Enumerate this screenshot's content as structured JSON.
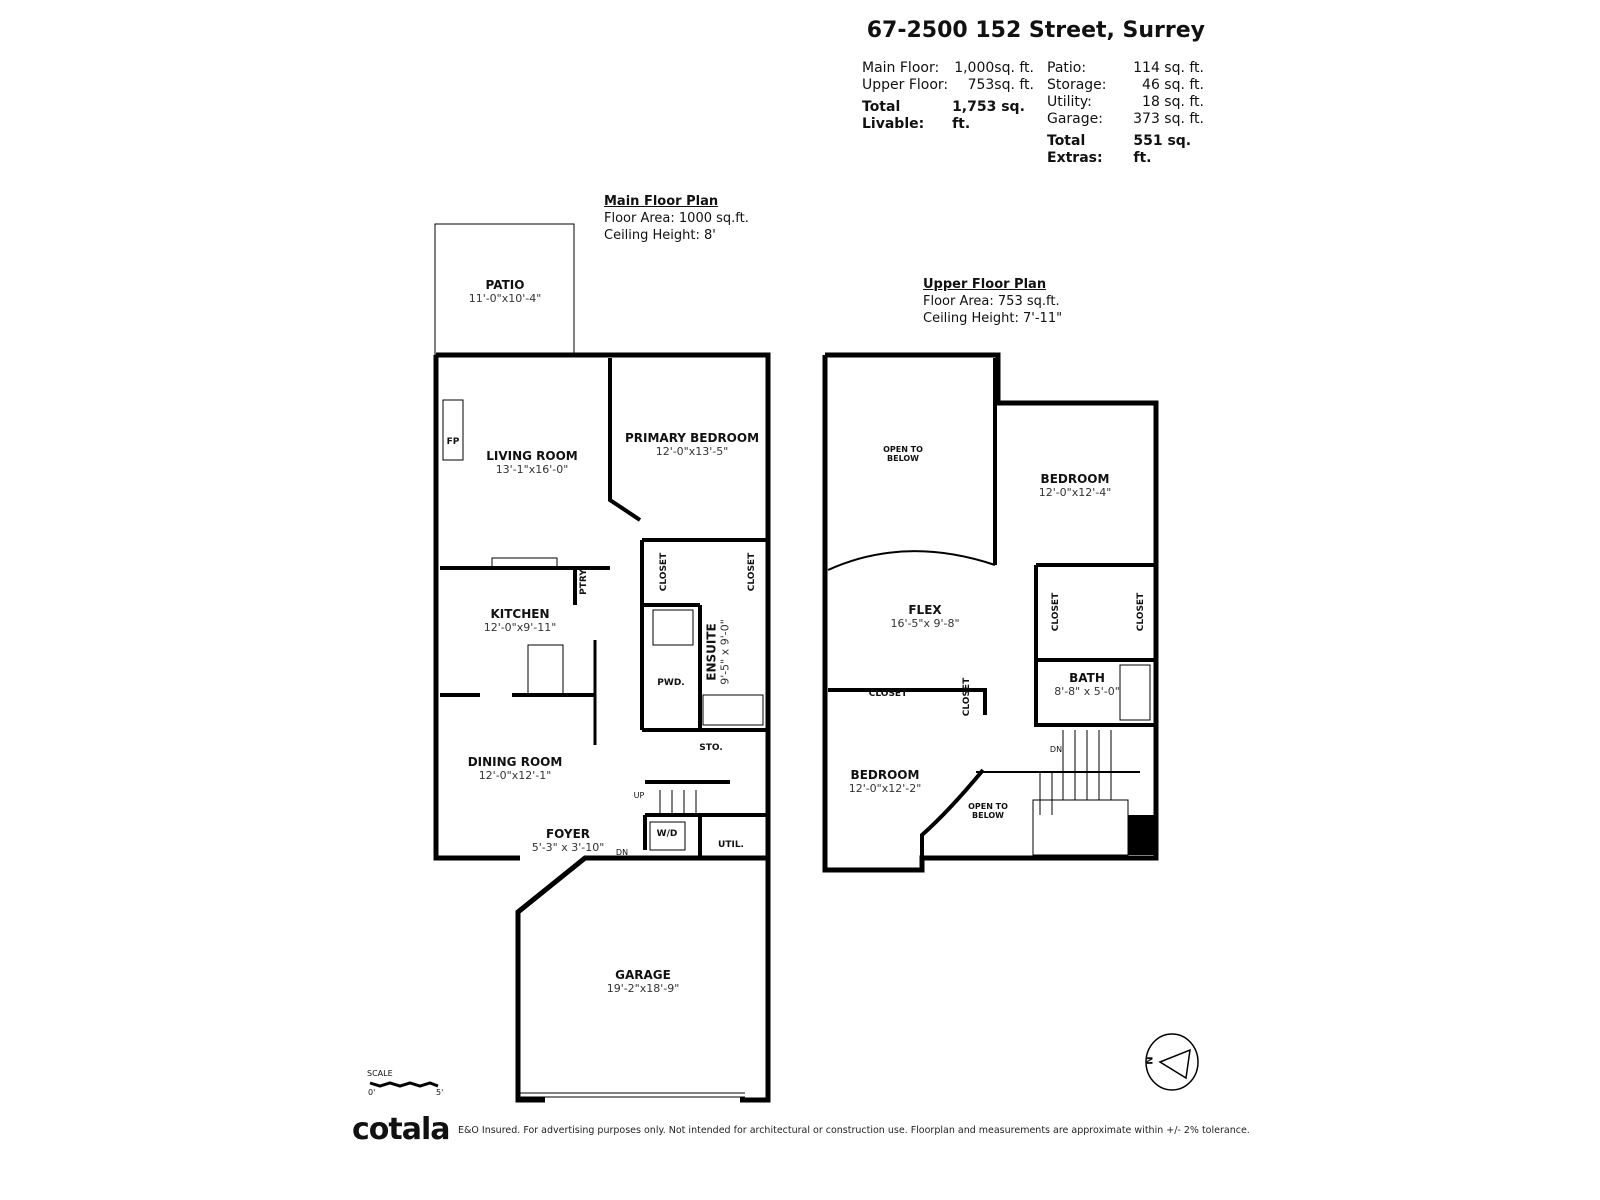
{
  "header": {
    "address": "67-2500 152 Street, Surrey",
    "livable": [
      {
        "label": "Main Floor:",
        "value": "1,000sq. ft."
      },
      {
        "label": "Upper Floor:",
        "value": "753sq. ft."
      }
    ],
    "total_livable": {
      "label": "Total Livable:",
      "value": "1,753 sq. ft."
    },
    "extras": [
      {
        "label": "Patio:",
        "value": "114 sq. ft."
      },
      {
        "label": "Storage:",
        "value": "46 sq. ft."
      },
      {
        "label": "Utility:",
        "value": "18 sq. ft."
      },
      {
        "label": "Garage:",
        "value": "373 sq. ft."
      }
    ],
    "total_extras": {
      "label": "Total Extras:",
      "value": "551 sq. ft."
    }
  },
  "main_floor": {
    "heading": "Main Floor Plan",
    "area": "Floor Area: 1000 sq.ft.",
    "ceiling": "Ceiling Height: 8'",
    "rooms": [
      {
        "name": "PATIO",
        "dims": "11'-0\"x10'-4\""
      },
      {
        "name": "LIVING ROOM",
        "dims": "13'-1\"x16'-0\""
      },
      {
        "name": "PRIMARY BEDROOM",
        "dims": "12'-0\"x13'-5\""
      },
      {
        "name": "KITCHEN",
        "dims": "12'-0\"x9'-11\""
      },
      {
        "name": "DINING ROOM",
        "dims": "12'-0\"x12'-1\""
      },
      {
        "name": "FOYER",
        "dims": "5'-3\" x 3'-10\""
      },
      {
        "name": "GARAGE",
        "dims": "19'-2\"x18'-9\""
      },
      {
        "name": "ENSUITE",
        "dims": "9'-5\" x 9'-0\""
      }
    ],
    "small_labels": {
      "fp": "FP",
      "ptry": "PTRY",
      "closet1": "CLOSET",
      "closet2": "CLOSET",
      "pwd": "PWD.",
      "sto": "STO.",
      "wd": "W/D",
      "util": "UTIL.",
      "up": "UP",
      "dn": "DN"
    }
  },
  "upper_floor": {
    "heading": "Upper Floor Plan",
    "area": "Floor Area: 753 sq.ft.",
    "ceiling": "Ceiling Height: 7'-11\"",
    "rooms": [
      {
        "name": "BEDROOM",
        "dims": "12'-0\"x12'-4\""
      },
      {
        "name": "FLEX",
        "dims": "16'-5\"x 9'-8\""
      },
      {
        "name": "BATH",
        "dims": "8'-8\" x 5'-0\""
      },
      {
        "name": "BEDROOM",
        "dims": "12'-0\"x12'-2\""
      }
    ],
    "small_labels": {
      "open1a": "OPEN TO",
      "open1b": "BELOW",
      "open2a": "OPEN TO",
      "open2b": "BELOW",
      "closet1": "CLOSET",
      "closet2": "CLOSET",
      "closet3": "CLOSET",
      "closet4": "CLOSET",
      "dn": "DN"
    }
  },
  "scale": {
    "label": "SCALE",
    "start": "0'",
    "end": "5'"
  },
  "compass": {
    "label": "N"
  },
  "footer": {
    "brand": "cotala",
    "disclaimer": "E&O Insured. For advertising purposes only. Not intended for architectural or construction use. Floorplan and measurements are approximate within +/- 2% tolerance."
  }
}
